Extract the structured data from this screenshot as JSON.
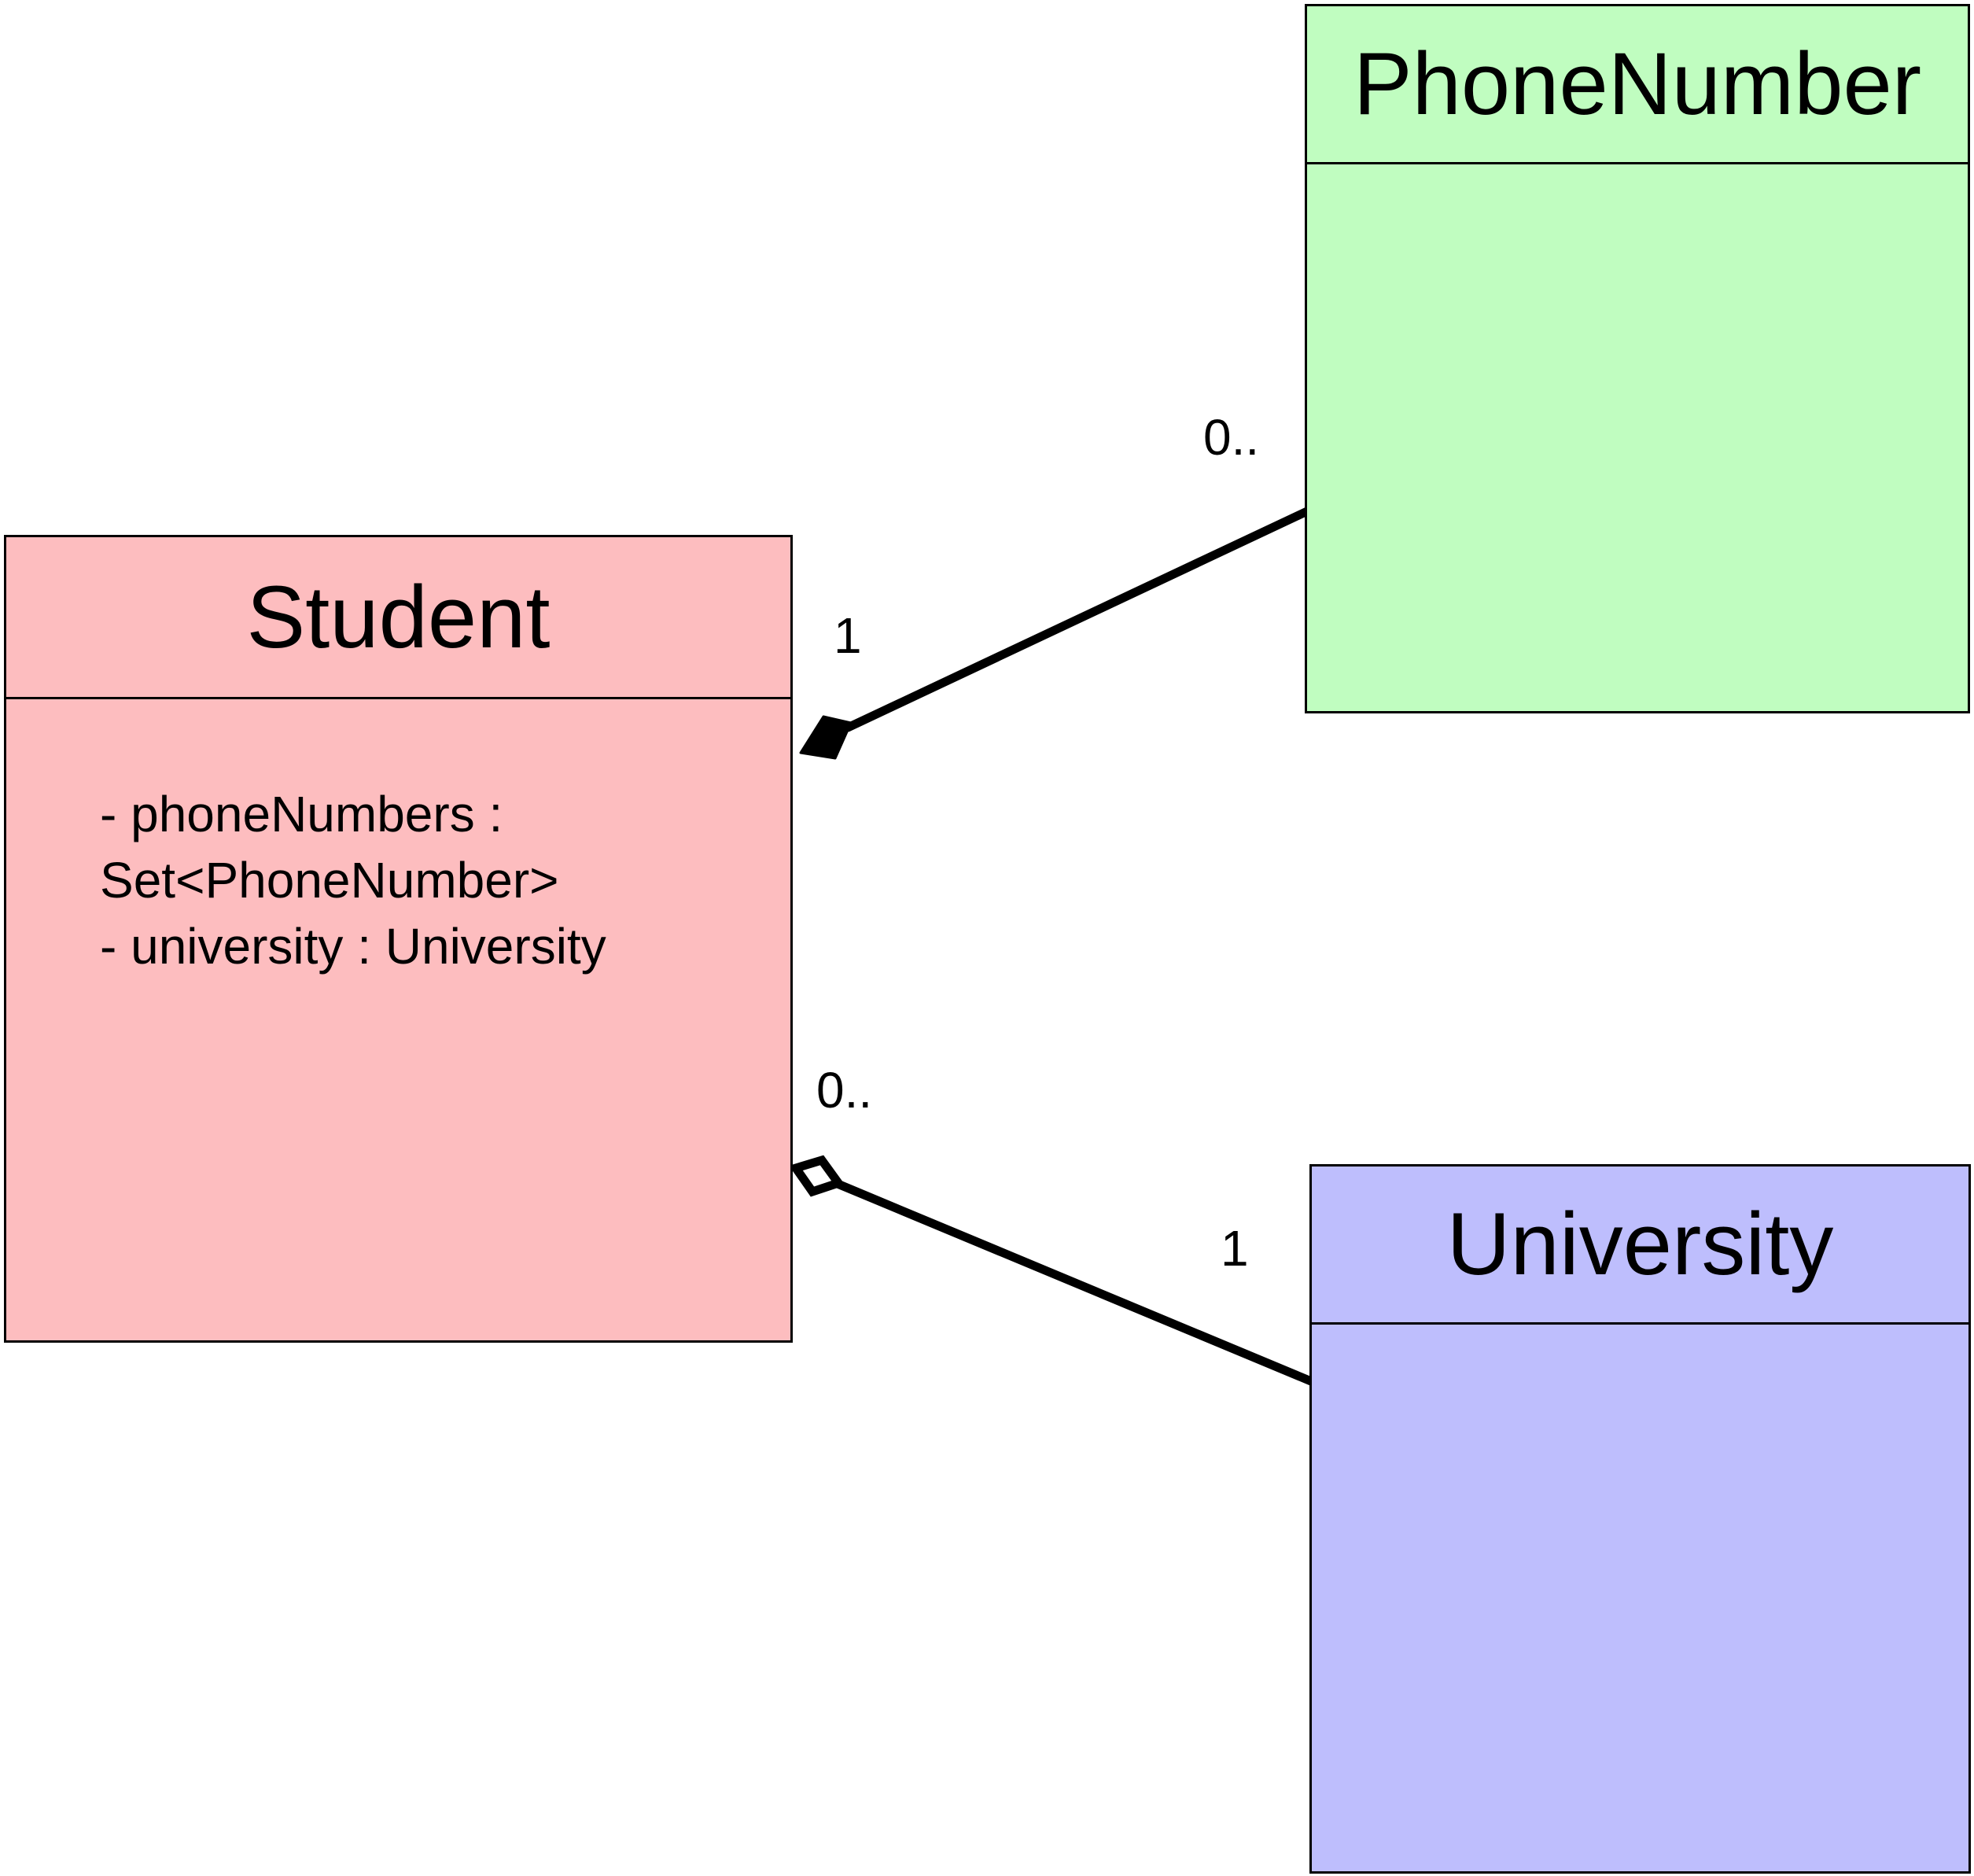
{
  "classes": {
    "student": {
      "name": "Student",
      "attributes": [
        "- phoneNumbers :",
        "Set<PhoneNumber>",
        "- university : University"
      ],
      "fill": "#fdbdbf"
    },
    "phone_number": {
      "name": "PhoneNumber",
      "fill": "#c0fdc0"
    },
    "university": {
      "name": "University",
      "fill": "#bebefd"
    }
  },
  "associations": [
    {
      "type": "composition",
      "from": "Student",
      "to": "PhoneNumber",
      "source_multiplicity": "1",
      "target_multiplicity": "0.."
    },
    {
      "type": "aggregation",
      "from": "Student",
      "to": "University",
      "source_multiplicity": "0..",
      "target_multiplicity": "1"
    }
  ]
}
